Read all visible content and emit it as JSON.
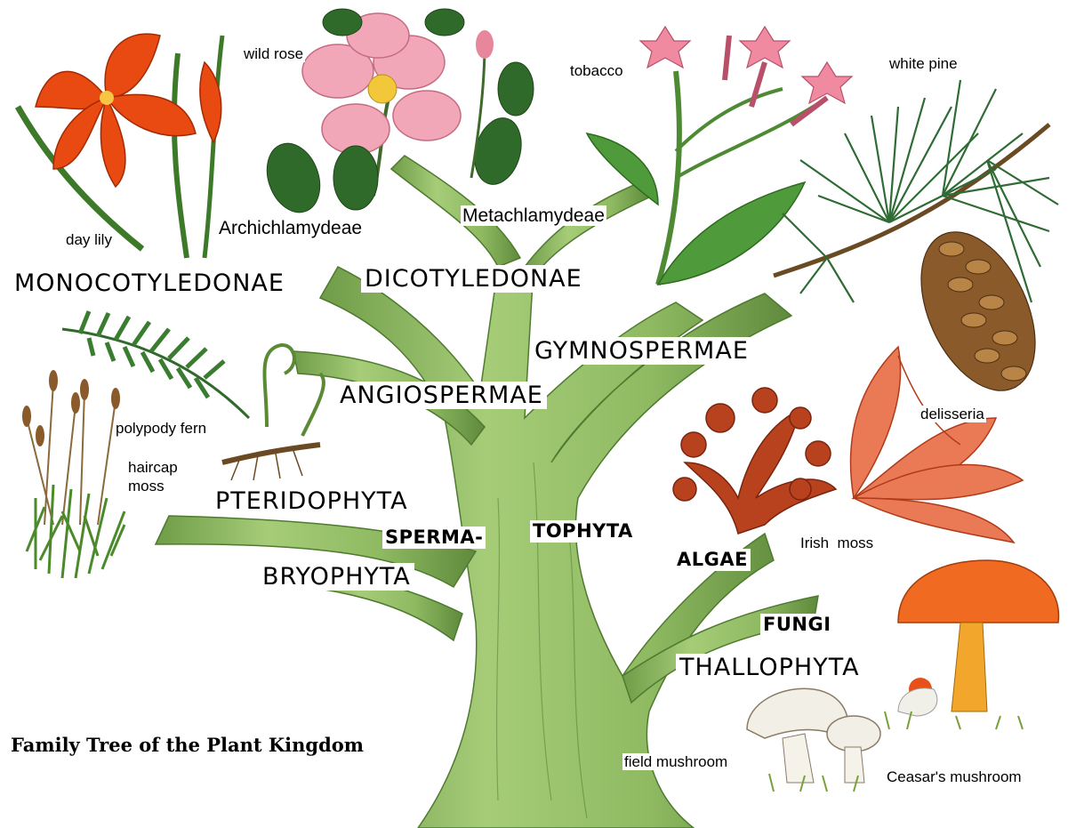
{
  "caption": "Family Tree of the Plant Kingdom",
  "groups": {
    "monocotyledonae": "MONOCOTYLEDONAE",
    "dicotyledonae": "DICOTYLEDONAE",
    "archichlamydeae": "Archichlamydeae",
    "metachlamydeae": "Metachlamydeae",
    "gymnospermae": "GYMNOSPERMAE",
    "angiospermae": "ANGIOSPERMAE",
    "pteridophyta": "PTERIDOPHYTA",
    "sperma": "SPERMA-",
    "tophyta": "TOPHYTA",
    "bryophyta": "BRYOPHYTA",
    "algae": "ALGAE",
    "fungi": "FUNGI",
    "thallophyta": "THALLOPHYTA"
  },
  "specimens": {
    "day_lily": "day lily",
    "wild_rose": "wild rose",
    "tobacco": "tobacco",
    "white_pine": "white pine",
    "polypody_fern": "polypody fern",
    "haircap_moss_1": "haircap",
    "haircap_moss_2": "moss",
    "delisseria": "delisseria",
    "irish_moss": "Irish  moss",
    "field_mushroom": "field mushroom",
    "ceasars_mushroom": "Ceasar's mushroom"
  },
  "colors": {
    "trunk": "#8fba62",
    "trunk_dark": "#5f8a3c",
    "background": "#ffffff"
  }
}
